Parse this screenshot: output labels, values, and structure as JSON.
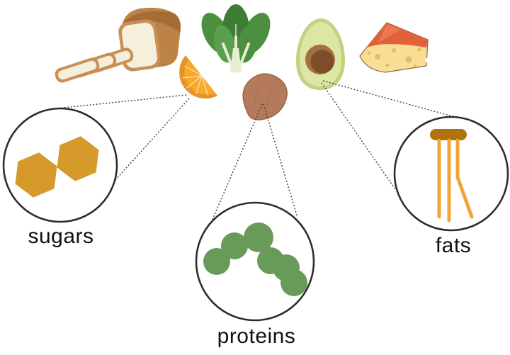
{
  "macronutrient_groups": [
    {
      "id": "sugars",
      "label": "sugars",
      "molecule_icon": "disaccharide-hexagon-rings",
      "linked_food": "orange-slice"
    },
    {
      "id": "proteins",
      "label": "proteins",
      "molecule_icon": "amino-acid-bead-chain",
      "linked_food": "almond"
    },
    {
      "id": "fats",
      "label": "fats",
      "molecule_icon": "triglyceride-head-and-tails",
      "linked_food": "avocado-half"
    }
  ],
  "foods": [
    {
      "name": "sliced-bread-loaf"
    },
    {
      "name": "orange-slice"
    },
    {
      "name": "spinach-leaves"
    },
    {
      "name": "almond"
    },
    {
      "name": "avocado-half"
    },
    {
      "name": "cheese-wedge"
    }
  ],
  "colors": {
    "background": "#ffffff",
    "connector_line": "#4a4a4a",
    "circle_outline": "#2d2d2d",
    "label_text": "#111111",
    "sugar_hexagon": "#d69a2b",
    "protein_bead": "#689b5a",
    "fat_head": "#b0730f",
    "fat_tail": "#f0a636",
    "bread_crust": "#bd8246",
    "bread_crust_dark": "#a06a32",
    "bread_crust_ring": "#c98f55",
    "bread_crumb": "#f6efdb",
    "orange_peel": "#e8922b",
    "orange_flesh": "#f7a928",
    "orange_segment_line": "#fbd9a2",
    "spinach_dark": "#3f7d36",
    "spinach_mid": "#4b8f3f",
    "spinach_light": "#5aa04c",
    "spinach_stem": "#e9edd3",
    "almond_body": "#b47a5b",
    "almond_outline": "#9c6343",
    "avocado_skin": "#c2d27e",
    "avocado_flesh": "#dde6a4",
    "avocado_pit": "#a5703f",
    "avocado_pit_dark": "#7d4c28",
    "cheese_body": "#f8dd94",
    "cheese_rind": "#e2603a",
    "cheese_rind_light": "#e97a4f",
    "cheese_hole": "#e5bd62",
    "cheese_outline": "#8a6a3a"
  }
}
